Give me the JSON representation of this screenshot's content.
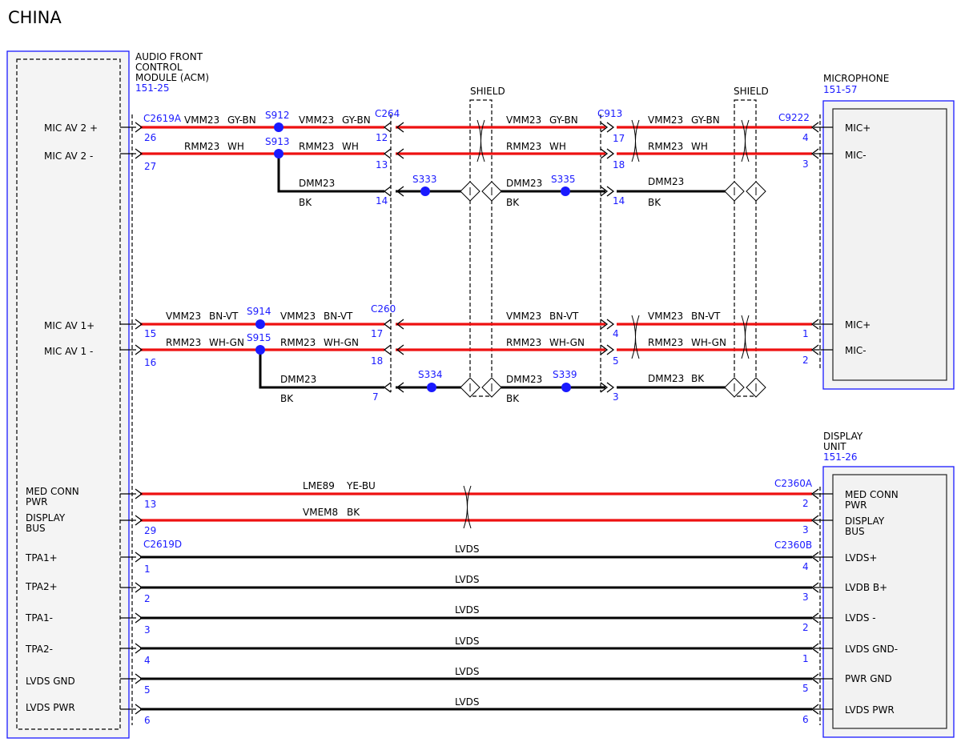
{
  "title": "CHINA",
  "acm": {
    "name_lines": [
      "AUDIO FRONT",
      "CONTROL",
      "MODULE (ACM)"
    ],
    "ref": "151-25",
    "pins": [
      {
        "lines": [
          "MIC AV 2 +"
        ]
      },
      {
        "lines": [
          "MIC AV 2 -"
        ]
      },
      {
        "lines": [
          "MIC AV 1+"
        ]
      },
      {
        "lines": [
          "MIC AV 1 -"
        ]
      },
      {
        "lines": [
          "MED CONN",
          "PWR"
        ]
      },
      {
        "lines": [
          "DISPLAY",
          "BUS"
        ]
      },
      {
        "lines": [
          "TPA1+"
        ]
      },
      {
        "lines": [
          "TPA2+"
        ]
      },
      {
        "lines": [
          "TPA1-"
        ]
      },
      {
        "lines": [
          "TPA2-"
        ]
      },
      {
        "lines": [
          "LVDS GND"
        ]
      },
      {
        "lines": [
          "LVDS PWR"
        ]
      }
    ]
  },
  "microphone": {
    "name": "MICROPHONE",
    "ref": "151-57",
    "pins": [
      "MIC+",
      "MIC-",
      "MIC+",
      "MIC-"
    ]
  },
  "display_unit": {
    "name_lines": [
      "DISPLAY",
      "UNIT"
    ],
    "ref": "151-26",
    "pins": [
      {
        "lines": [
          "MED CONN",
          "PWR"
        ]
      },
      {
        "lines": [
          "DISPLAY",
          "BUS"
        ]
      },
      {
        "lines": [
          "LVDS+"
        ]
      },
      {
        "lines": [
          "LVDB B+"
        ]
      },
      {
        "lines": [
          "LVDS -"
        ]
      },
      {
        "lines": [
          "LVDS GND-"
        ]
      },
      {
        "lines": [
          "PWR GND"
        ]
      },
      {
        "lines": [
          "LVDS PWR"
        ]
      }
    ]
  },
  "connectors": [
    "C2619A",
    "C264",
    "C913",
    "C9222",
    "C260",
    "C2360A",
    "C2619D",
    "C2360B"
  ],
  "splices": [
    "S912",
    "S913",
    "S333",
    "S335",
    "S914",
    "S915",
    "S334",
    "S339"
  ],
  "shield_label": "SHIELD",
  "pin_numbers": [
    "26",
    "27",
    "12",
    "13",
    "14",
    "17",
    "18",
    "14",
    "4",
    "3",
    "15",
    "16",
    "17",
    "18",
    "7",
    "4",
    "5",
    "3",
    "1",
    "2",
    "13",
    "29",
    "2",
    "3",
    "1",
    "2",
    "3",
    "4",
    "5",
    "6",
    "4",
    "3",
    "2",
    "1",
    "5",
    "6"
  ],
  "wire_labels": [
    "VMM23",
    "GY-BN",
    "RMM23",
    "WH",
    "DMM23",
    "BK",
    "BN-VT",
    "WH-GN",
    "LME89",
    "YE-BU",
    "VMEM8",
    "LVDS"
  ],
  "colors": {
    "power_wire": "#ee1111",
    "ground_wire": "#000000",
    "accent": "#1a1aff",
    "module_fill": "#f4f4f4"
  }
}
